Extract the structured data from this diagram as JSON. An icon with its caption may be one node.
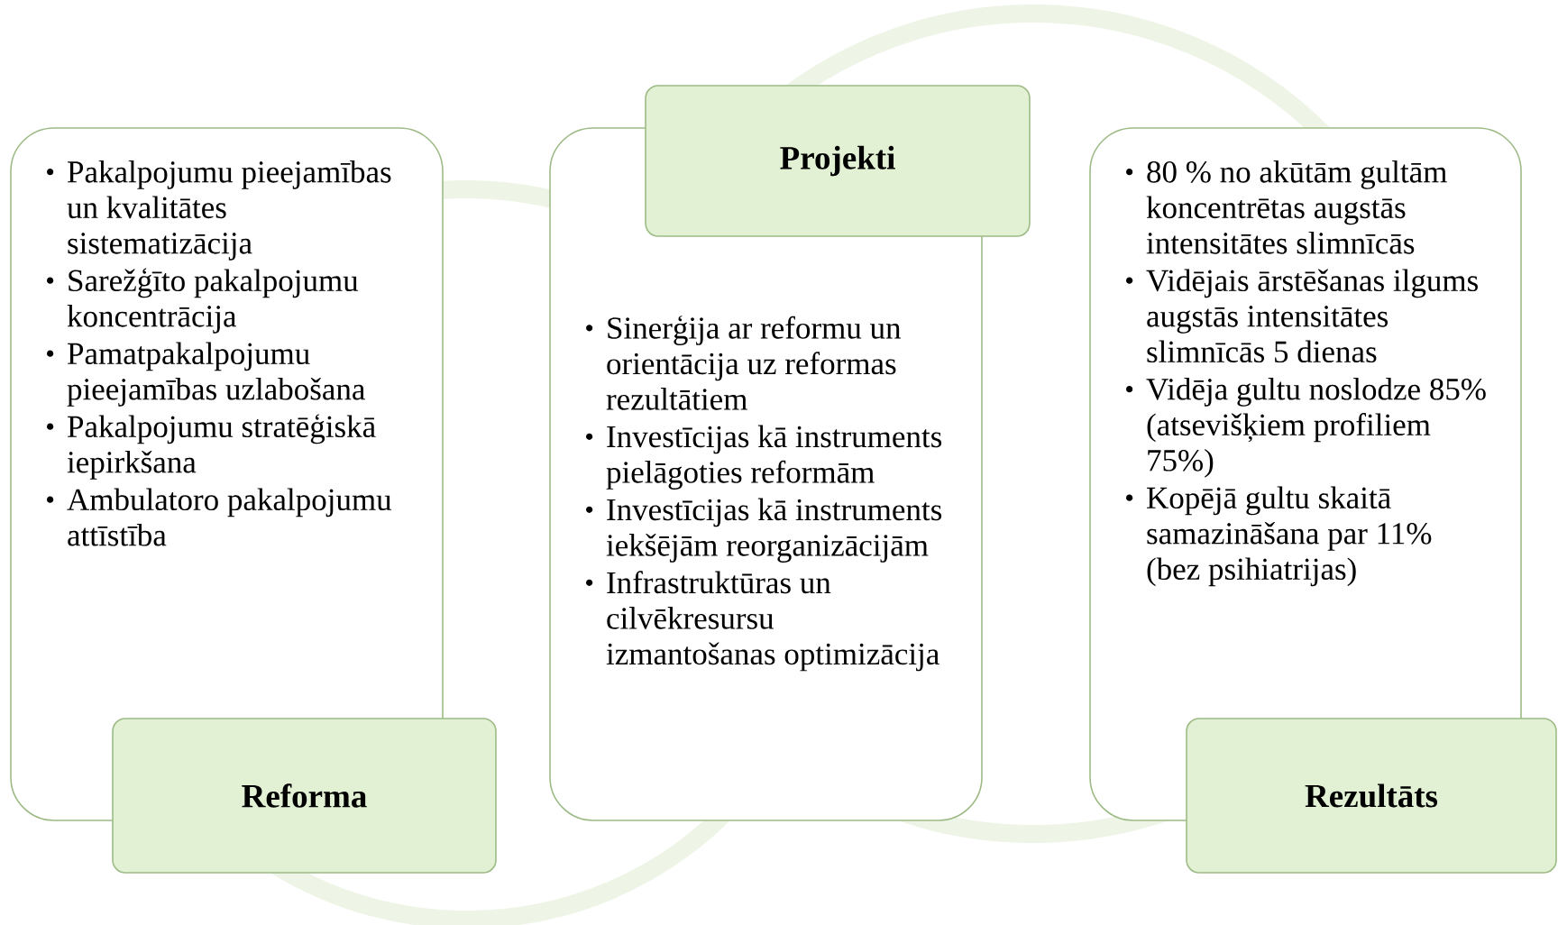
{
  "diagram": {
    "nodes": [
      {
        "text": [
          "Pakalpojumu pieejamības un kvalitātes sistematizācija",
          "Sarežģīto pakalpojumu koncentrācija",
          "Pamatpakalpojumu pieejamības uzlabošana",
          "Pakalpojumu stratēģiskā iepirkšana",
          "Ambulatoro pakalpojumu attīstība"
        ]
      },
      {
        "text": [
          "Reforma"
        ]
      },
      {
        "text": [
          "Sinerģija ar reformu un orientācija uz reformas rezultātiem",
          "Investīcijas kā instruments pielāgoties reformām",
          "Investīcijas kā instruments iekšējām reorganizācijām",
          "Infrastruktūras un cilvēkresursu izmantošanas optimizācija"
        ]
      },
      {
        "text": [
          "Projekti"
        ]
      },
      {
        "text": [
          "80 % no akūtām gultām koncentrētas augstās intensitātes slimnīcās",
          "Vidējais ārstēšanas ilgums augstās intensitātes slimnīcās 5 dienas",
          "Vidēja gultu noslodze 85% (atsevišķiem profiliem 75%)",
          "Kopējā gultu skaitā samazināšana par 11% (bez psihiatrijas)"
        ]
      },
      {
        "text": [
          "Rezultāts"
        ]
      }
    ]
  }
}
